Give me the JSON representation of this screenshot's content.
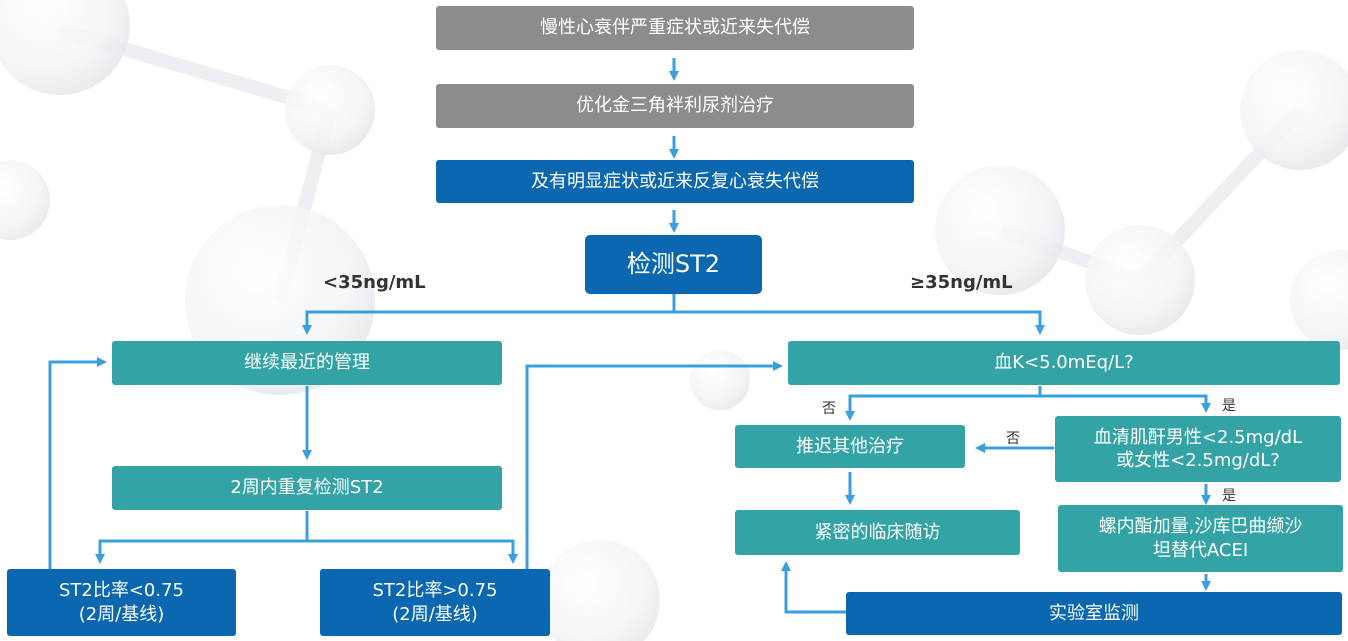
{
  "steps": {
    "chronic": "慢性心衰伴严重症状或近来失代偿",
    "optimize": "优化金三角袢利尿剂治疗",
    "symptoms": "及有明显症状或近来反复心衰失代偿",
    "detect": "检测ST2"
  },
  "branches": {
    "low": "<35ng/mL",
    "high": "≥35ng/mL"
  },
  "left": {
    "continue": "继续最近的管理",
    "retest": "2周内重复检测ST2",
    "ratio_low_line1": "ST2比率<0.75",
    "ratio_low_line2": "(2周/基线)",
    "ratio_high_line1": "ST2比率>0.75",
    "ratio_high_line2": "(2周/基线)"
  },
  "right": {
    "potassium": "血K<5.0mEq/L?",
    "no1": "否",
    "yes1": "是",
    "delay": "推迟其他治疗",
    "creat_line1": "血清肌酐男性<2.5mg/dL",
    "creat_line2": "或女性<2.5mg/dL?",
    "no2": "否",
    "yes2": "是",
    "follow": "紧密的临床随访",
    "drug_line1": "螺内酯加量,沙库巴曲缬沙",
    "drug_line2": "坦替代ACEI",
    "lab": "实验室监测"
  },
  "colors": {
    "gray": "#8c8c8c",
    "blue": "#0b67b0",
    "teal": "#34a3a5",
    "arrow": "#3aa0dd"
  }
}
